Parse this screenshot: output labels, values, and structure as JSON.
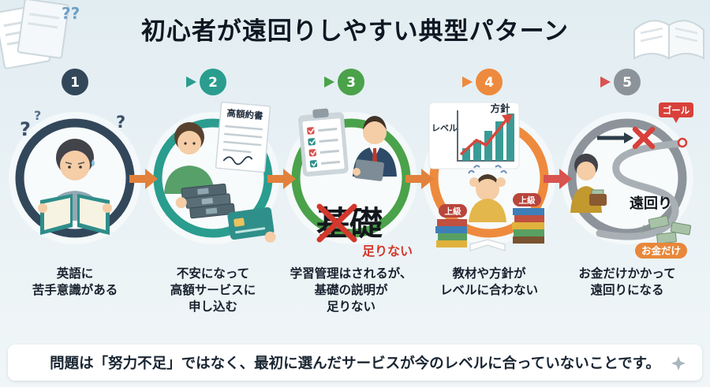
{
  "title": "初心者が遠回りしやすい典型パターン",
  "footer": {
    "message": "問題は「努力不足」ではなく、最初に選んだサービスが今のレベルに合っていないことです。"
  },
  "decorations": {
    "qq": "??"
  },
  "colors": {
    "step1": "#33475b",
    "step2": "#2a9d8f",
    "step3": "#4aa24a",
    "step4": "#ee8a3d",
    "step5": "#8c939a",
    "accent_red": "#d9403a",
    "arrow_orange": "#e2813c",
    "arrow_red": "#d9534f",
    "badge_orange": "#e8873a"
  },
  "steps": [
    {
      "num": "1",
      "caption": "英語に\n苦手意識がある",
      "labels": {
        "q1": "?",
        "q2": "?",
        "q3": "?"
      }
    },
    {
      "num": "2",
      "caption": "不安になって\n高額サービスに\n申し込む",
      "labels": {
        "contract": "高額約書"
      }
    },
    {
      "num": "3",
      "caption": "学習管理はされるが、\n基礎の説明が\n足りない",
      "labels": {
        "crossed": "基礎",
        "shortage": "足りない"
      }
    },
    {
      "num": "4",
      "caption": "教材や方針が\nレベルに合わない",
      "labels": {
        "policy": "方針",
        "level": "レベル",
        "advanced_left": "上級",
        "advanced_right": "上級"
      }
    },
    {
      "num": "5",
      "caption": "お金だけかかって\n遠回りになる",
      "labels": {
        "goal": "ゴール",
        "detour": "遠回り",
        "money_only": "お金だけ"
      }
    }
  ]
}
